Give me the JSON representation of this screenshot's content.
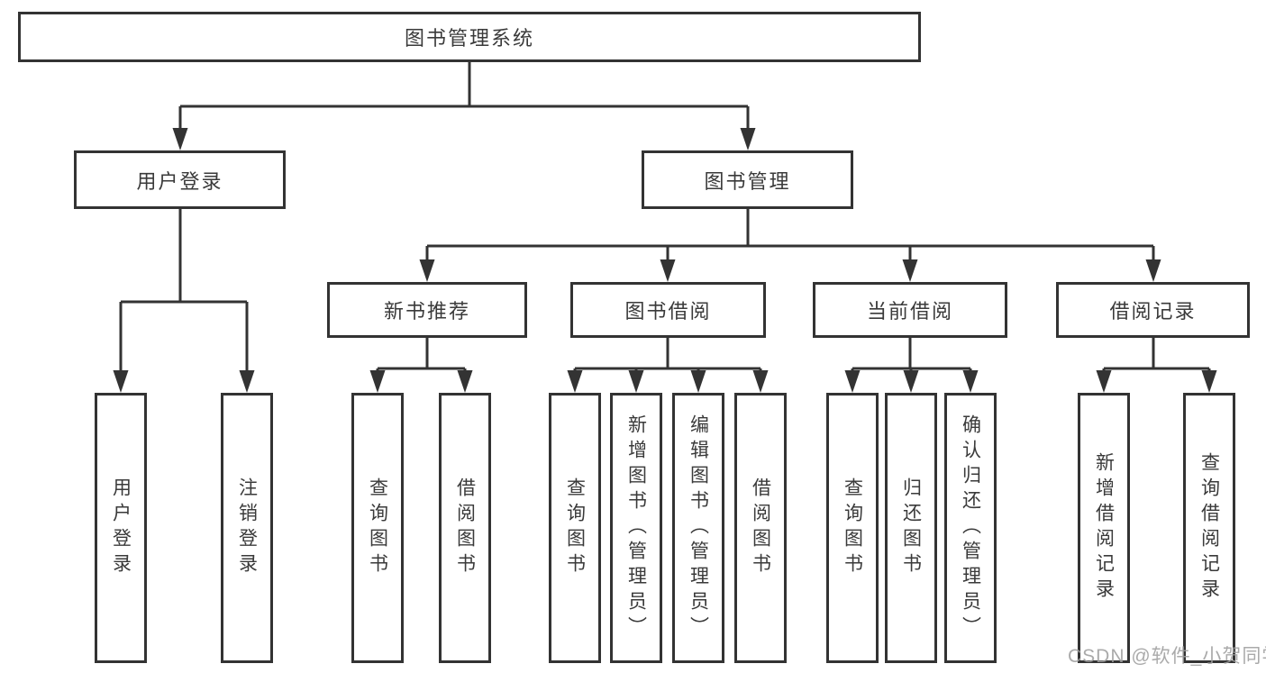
{
  "tree": {
    "root": {
      "label": "图书管理系统"
    },
    "branches": [
      {
        "label": "用户登录",
        "children": [
          {
            "label": "用户登录"
          },
          {
            "label": "注销登录"
          }
        ]
      },
      {
        "label": "图书管理",
        "children": [
          {
            "label": "新书推荐",
            "children": [
              {
                "label": "查询图书"
              },
              {
                "label": "借阅图书"
              }
            ]
          },
          {
            "label": "图书借阅",
            "children": [
              {
                "label": "查询图书"
              },
              {
                "label": "新增图书（管理员）"
              },
              {
                "label": "编辑图书（管理员）"
              },
              {
                "label": "借阅图书"
              }
            ]
          },
          {
            "label": "当前借阅",
            "children": [
              {
                "label": "查询图书"
              },
              {
                "label": "归还图书"
              },
              {
                "label": "确认归还（管理员）"
              }
            ]
          },
          {
            "label": "借阅记录",
            "children": [
              {
                "label": "新增借阅记录"
              },
              {
                "label": "查询借阅记录"
              }
            ]
          }
        ]
      }
    ]
  },
  "watermark": {
    "text": "CSDN @软件_小贺同学"
  },
  "colors": {
    "line": "#333333",
    "box_border": "#333333",
    "text": "#3a3a3a",
    "watermark": "#9e9e9e",
    "background": "#ffffff"
  }
}
